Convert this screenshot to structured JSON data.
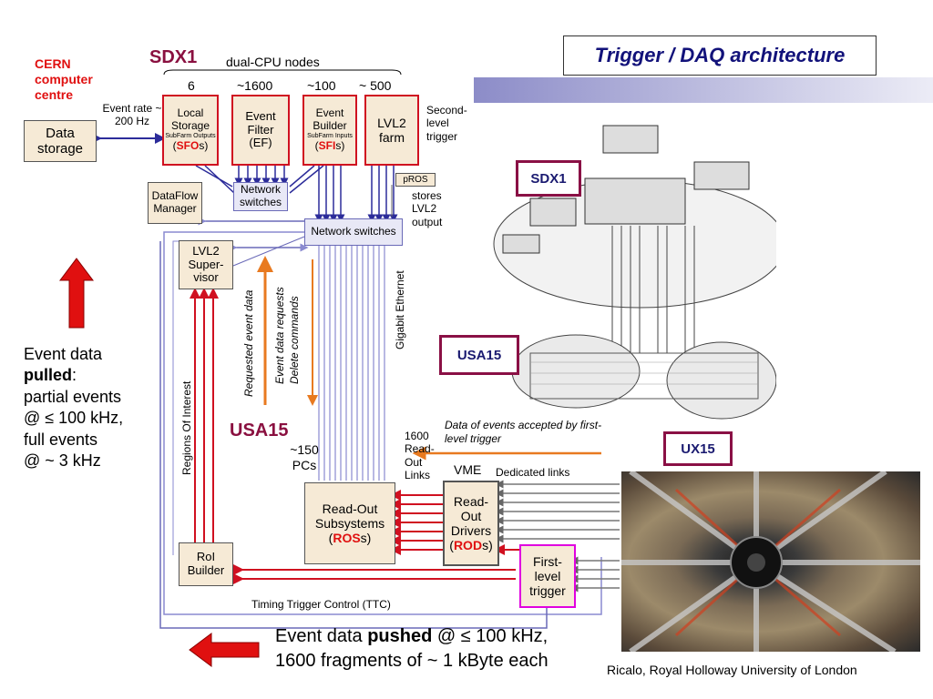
{
  "slide": {
    "title": "Trigger / DAQ architecture",
    "footer": "Ricalo, Royal Holloway University of London"
  },
  "cern": {
    "label": "CERN computer centre",
    "data_storage": "Data storage"
  },
  "event_rate": "Event rate ~ 200 Hz",
  "sdx1": {
    "label": "SDX1",
    "dual_cpu": "dual-CPU nodes",
    "counts": [
      "6",
      "~1600",
      "~100",
      "~ 500"
    ]
  },
  "local_storage": {
    "title": "Local Storage",
    "sub": "SubFarm Outputs",
    "acr_pre": "(",
    "acr": "SFO",
    "acr_post": "s)"
  },
  "event_filter": {
    "title": "Event Filter (EF)"
  },
  "event_builder": {
    "title": "Event Builder",
    "sub": "SubFarm Inputs",
    "acr_pre": "(",
    "acr": "SFI",
    "acr_post": "s)"
  },
  "lvl2_farm": {
    "title": "LVL2 farm"
  },
  "second_level": "Second-level trigger",
  "pros": {
    "label": "pROS",
    "note": "stores LVL2 output"
  },
  "dataflow_manager": "DataFlow Manager",
  "network_switches_small": "Network switches",
  "network_switches_main": "Network switches",
  "lvl2_supervisor": "LVL2 Super-visor",
  "gigabit": "Gigabit Ethernet",
  "requested": "Requested event data",
  "requests": {
    "line1": "Event data requests",
    "line2": "Delete commands"
  },
  "regions": "Regions Of Interest",
  "usa15_label": "USA15",
  "pcs": "~150 PCs",
  "readout_links": "1600 Read-Out Links",
  "vme": "VME",
  "dedicated": "Dedicated links",
  "accepted": "Data of events accepted by first-level trigger",
  "ros": {
    "title": "Read-Out Subsystems",
    "acr_pre": "(",
    "acr": "ROS",
    "acr_post": "s)"
  },
  "rod": {
    "title": "Read-Out Drivers",
    "acr_pre": "(",
    "acr": "ROD",
    "acr_post": "s)"
  },
  "roi_builder": "RoI Builder",
  "first_level": "First-level trigger",
  "ttc": "Timing Trigger Control (TTC)",
  "pulled": {
    "l1": "Event data",
    "l2": "pulled",
    "l2b": ":",
    "l3": "partial events",
    "l4": "@ ≤ 100 kHz,",
    "l5": "full events",
    "l6": "@ ~ 3 kHz"
  },
  "pushed": {
    "l1a": "Event data ",
    "l1b": "pushed",
    "l1c": " @ ≤ 100 kHz,",
    "l2": "1600 fragments of ~ 1 kByte each"
  },
  "tags": {
    "sdx1": "SDX1",
    "usa15": "USA15",
    "ux15": "UX15"
  },
  "colors": {
    "title": "#12127a",
    "accent_bar": "#8c8cc8",
    "red_box": "#d01020",
    "maroon": "#8a1040",
    "orange": "#e87a20",
    "magenta": "#e000e0"
  }
}
